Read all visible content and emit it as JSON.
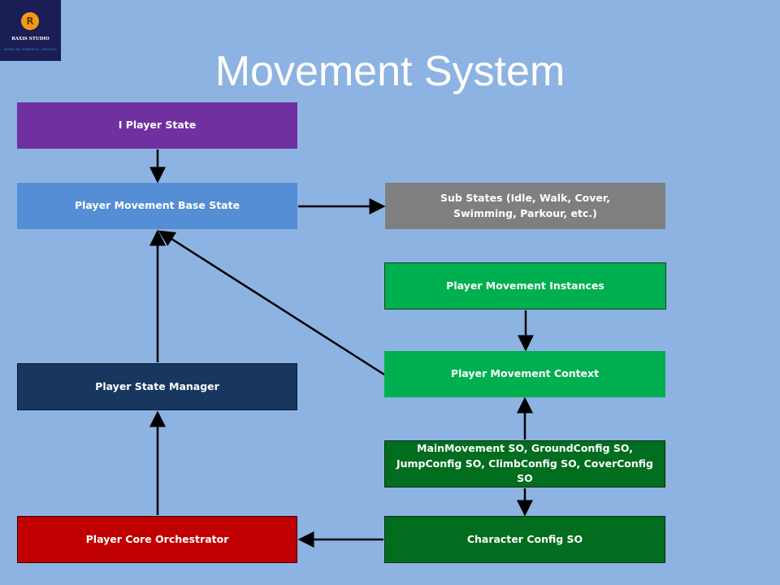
{
  "logo": {
    "mark": "R",
    "name": "RAXIS STUDIO",
    "tagline": "MODULAR. POWERFUL. LIMITLESS"
  },
  "title": "Movement System",
  "nodes": {
    "i_player_state": {
      "label": "I Player State",
      "color": "#7030a0"
    },
    "base_state": {
      "label": "Player Movement Base State",
      "color": "#558ed5"
    },
    "sub_states": {
      "label": "Sub States (Idle, Walk, Cover, Swimming, Parkour, etc.)",
      "color": "#7f7f7f"
    },
    "instances": {
      "label": "Player Movement Instances",
      "color": "#00b050"
    },
    "context": {
      "label": "Player Movement Context",
      "color": "#00b050"
    },
    "state_manager": {
      "label": "Player State Manager",
      "color": "#17375e"
    },
    "config_sos": {
      "label": "MainMovement SO, GroundConfig SO, JumpConfig SO, ClimbConfig SO, CoverConfig SO",
      "color": "#006e1e"
    },
    "character_config": {
      "label": "Character Config SO",
      "color": "#006e1e"
    },
    "core_orchestrator": {
      "label": "Player Core Orchestrator",
      "color": "#c00000"
    }
  },
  "edges": [
    [
      "i_player_state",
      "base_state"
    ],
    [
      "base_state",
      "sub_states"
    ],
    [
      "context",
      "base_state"
    ],
    [
      "instances",
      "context"
    ],
    [
      "config_sos",
      "context"
    ],
    [
      "config_sos",
      "character_config"
    ],
    [
      "character_config",
      "core_orchestrator"
    ],
    [
      "core_orchestrator",
      "state_manager"
    ],
    [
      "state_manager",
      "base_state"
    ]
  ]
}
